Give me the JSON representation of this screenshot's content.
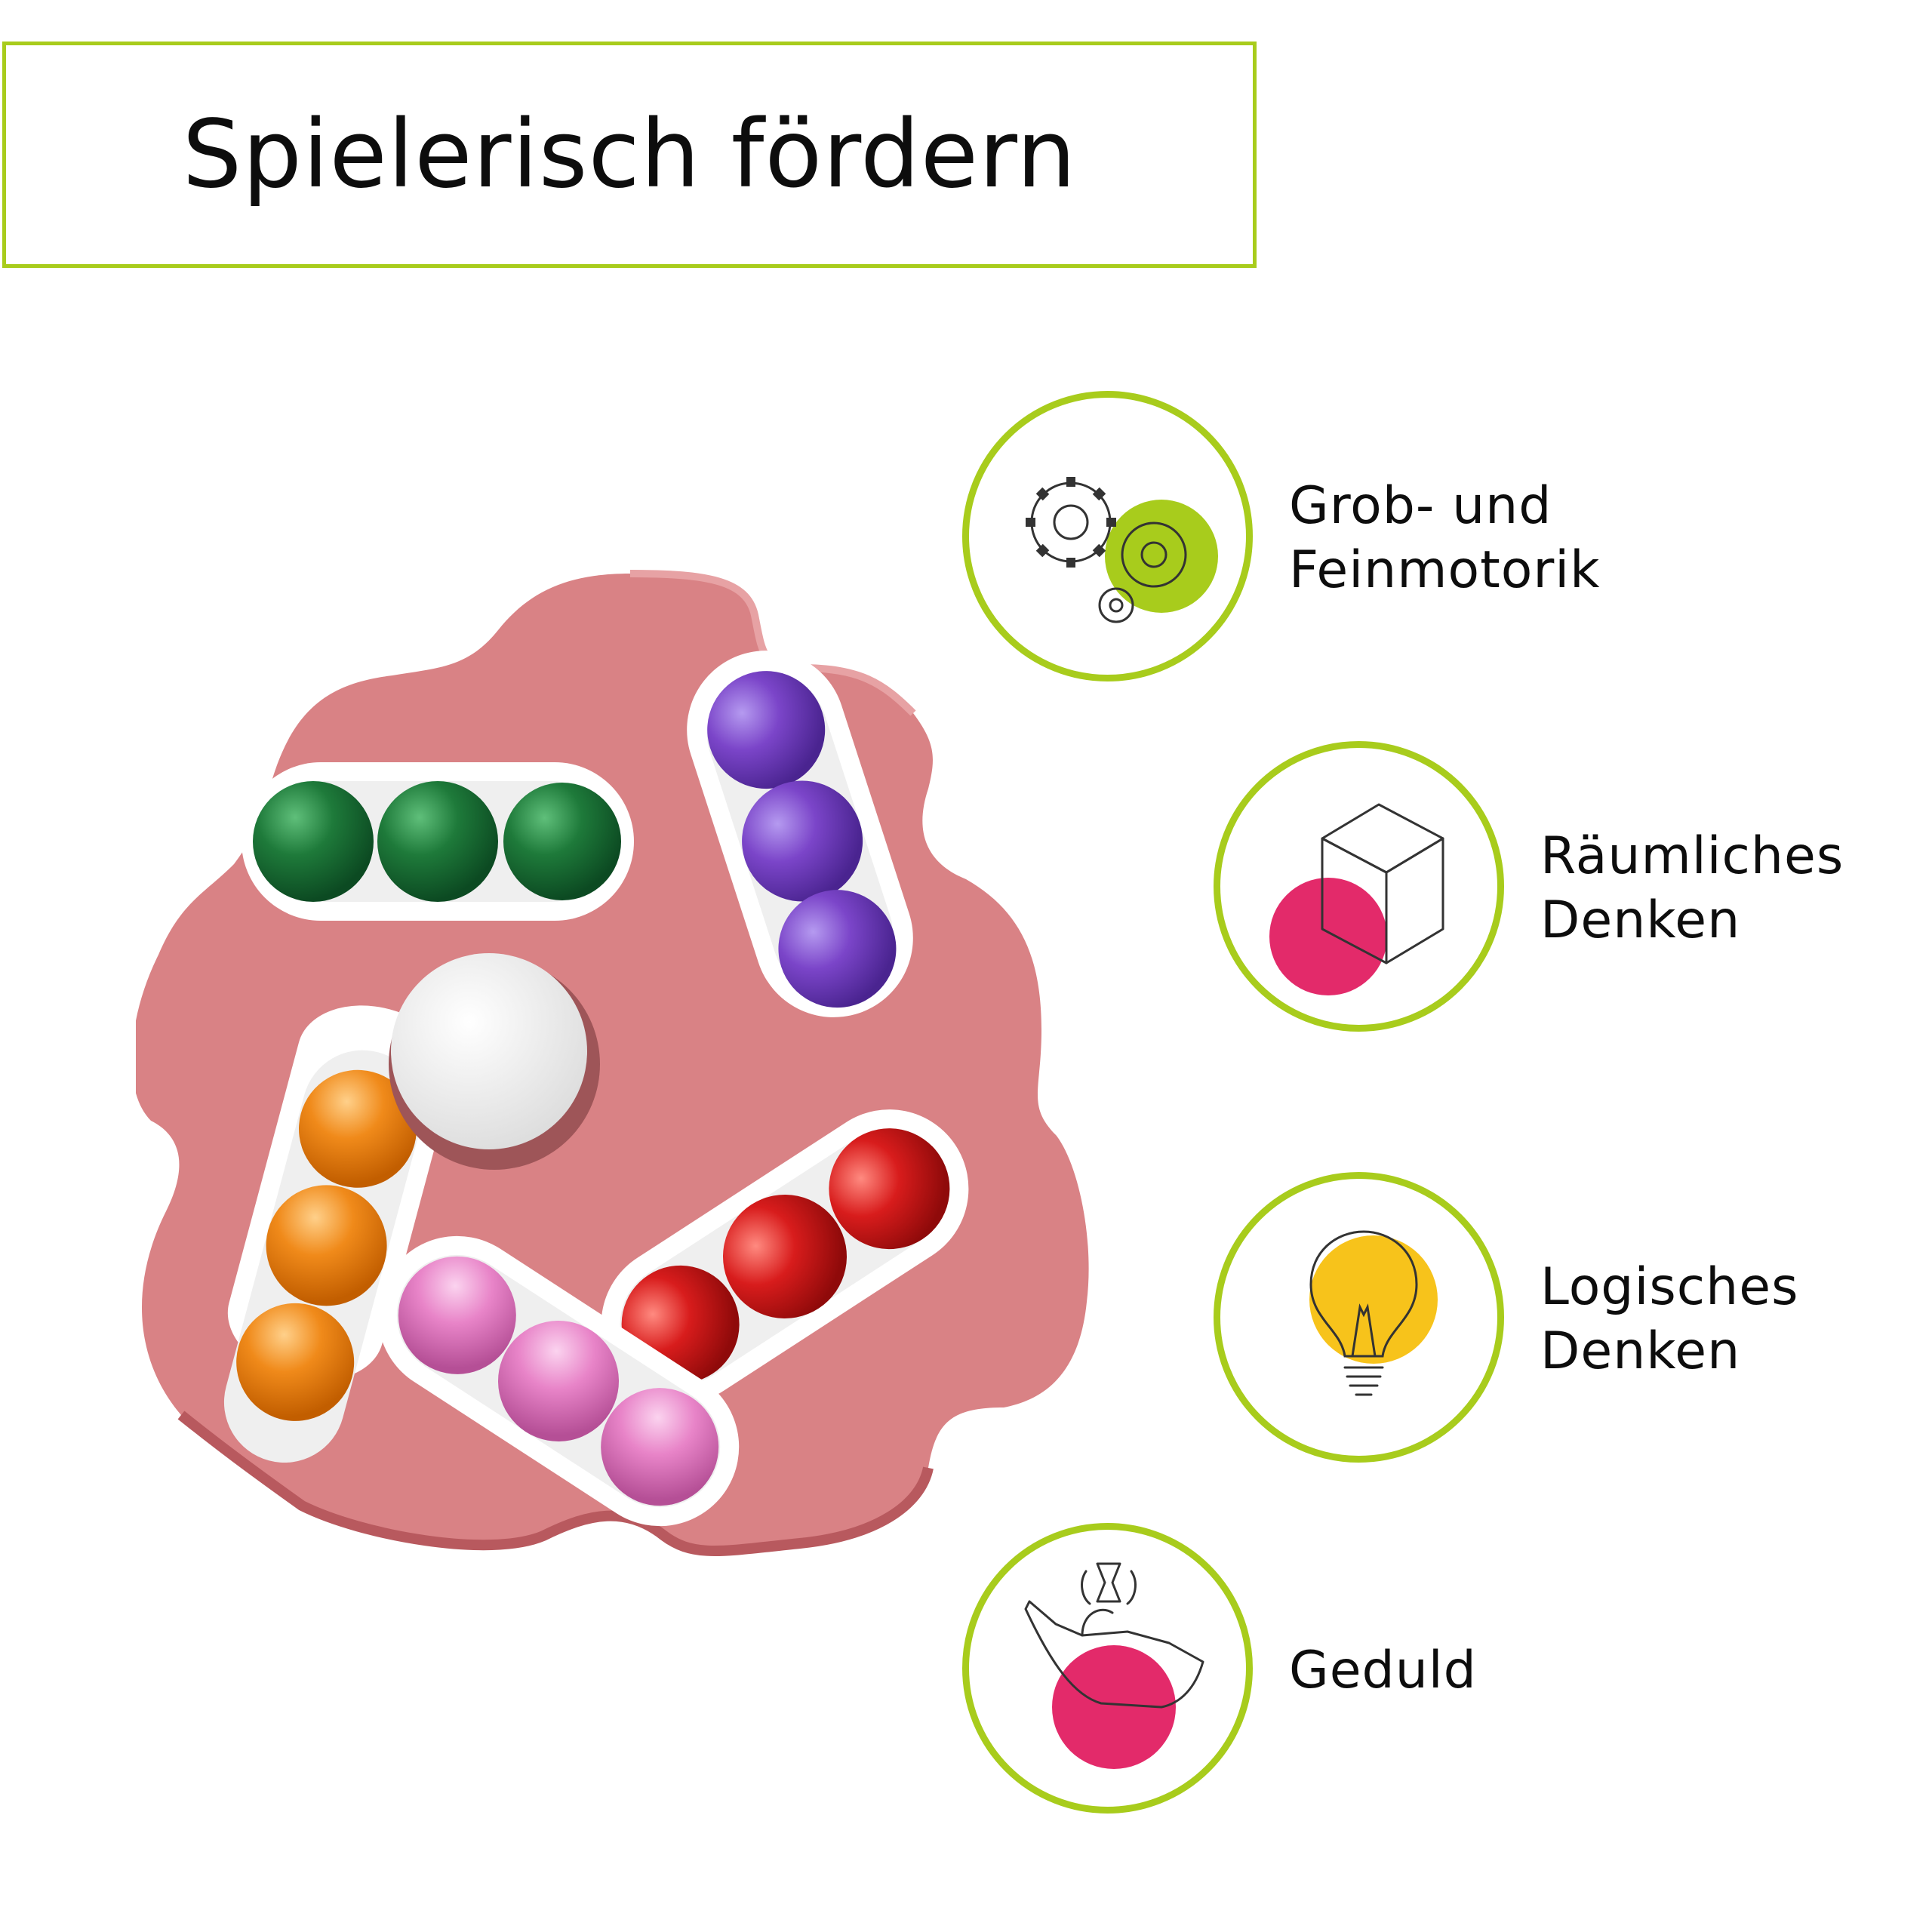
{
  "title": "Spielerisch fördern",
  "features": [
    {
      "icon": "gears-icon",
      "lines": [
        "Grob- und",
        "Feinmotorik"
      ]
    },
    {
      "icon": "cube-icon",
      "lines": [
        "Räumliches",
        "Denken"
      ]
    },
    {
      "icon": "lightbulb-icon",
      "lines": [
        "Logisches",
        "Denken"
      ]
    },
    {
      "icon": "hand-hourglass-icon",
      "lines": [
        "Geduld"
      ]
    }
  ],
  "product": {
    "name": "bean-spinner-puzzle-toy",
    "body_color": "#d98285",
    "ball_colors": [
      "#1e7a3a",
      "#7b45c9",
      "#f08a1a",
      "#d81c1c",
      "#e884c8"
    ]
  },
  "colors": {
    "accent_green": "#a8cc1c",
    "accent_pink": "#e32a6a",
    "accent_yellow": "#f7c31b"
  }
}
